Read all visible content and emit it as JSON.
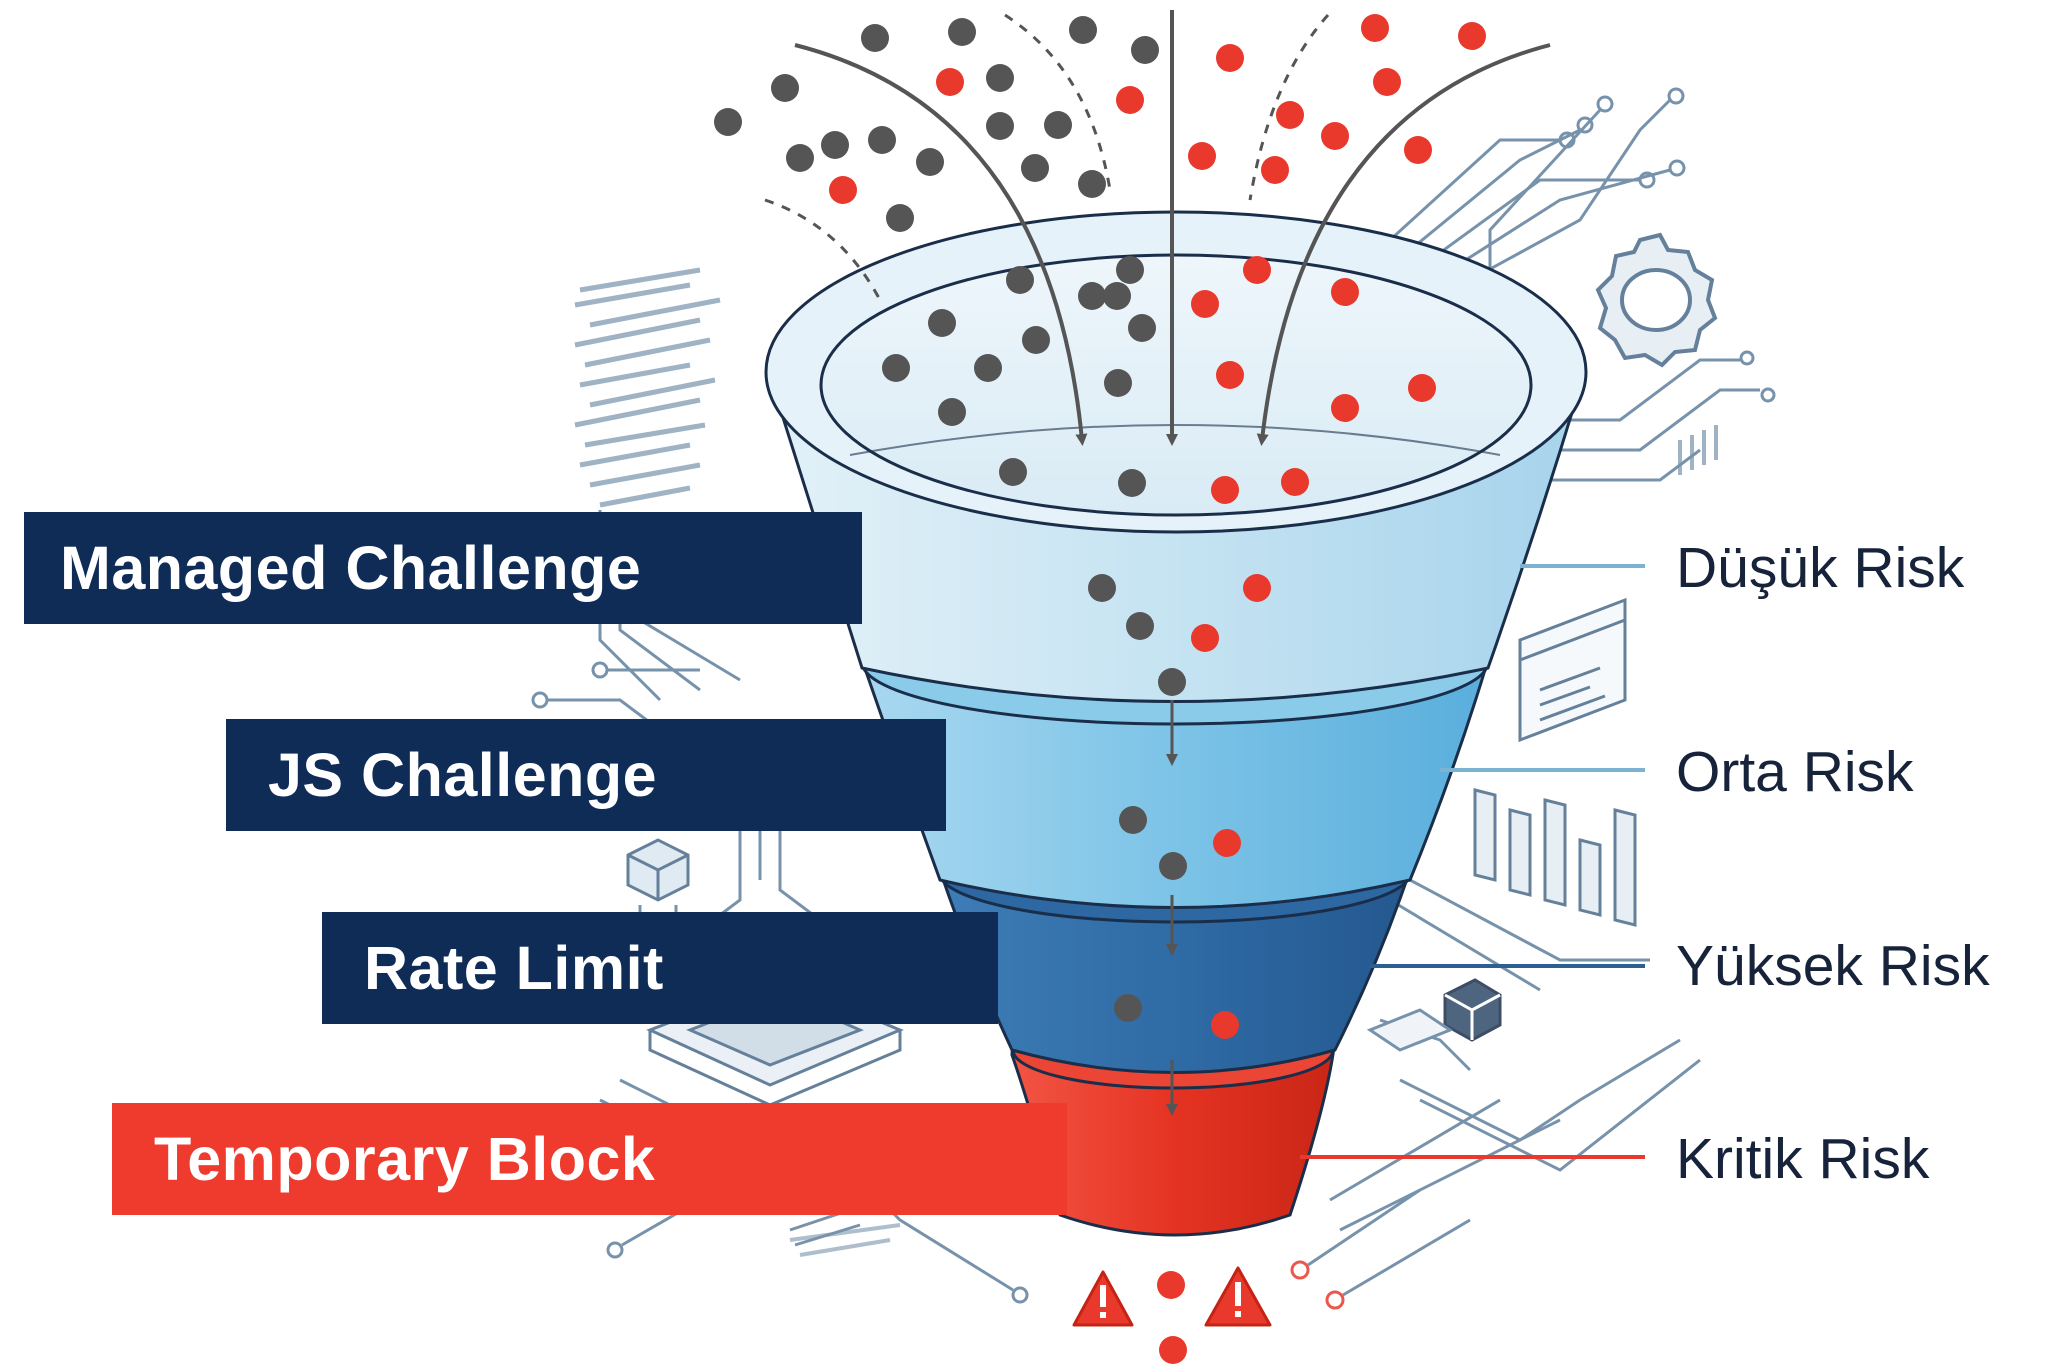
{
  "tiers": [
    {
      "action": "Managed Challenge",
      "risk": "Düşük Risk",
      "color": "#0f2c57"
    },
    {
      "action": "JS Challenge",
      "risk": "Orta Risk",
      "color": "#0f2c57"
    },
    {
      "action": "Rate Limit",
      "risk": "Yüksek Risk",
      "color": "#0f2c57"
    },
    {
      "action": "Temporary Block",
      "risk": "Kritik Risk",
      "color": "#ef3a2e"
    }
  ],
  "palette": {
    "dot_neutral": "#555555",
    "dot_threat": "#e8392c",
    "arrow": "#555555",
    "funnel_light": "#cde6f3",
    "funnel_mid": "#7cc3e4",
    "funnel_dark": "#2d69a2",
    "funnel_critical": "#e53323",
    "circuit": "#5f7f9c"
  },
  "icons": [
    "gear-icon",
    "warning-icon",
    "bar-chart-icon",
    "cube-icon",
    "browser-window-icon",
    "chip-icon"
  ]
}
